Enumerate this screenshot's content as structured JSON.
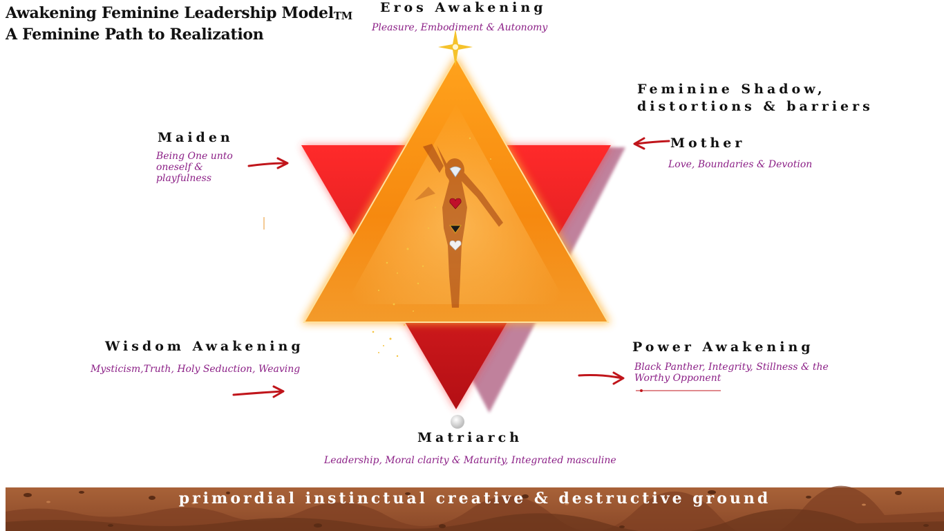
{
  "title": {
    "line1": "Awakening Feminine Leadership Model",
    "trademark": "TM",
    "line2": "A Feminine Path to Realization"
  },
  "nodes": {
    "eros": {
      "heading": "Eros Awakening",
      "subtitle": "Pleasure, Embodiment & Autonomy"
    },
    "shadow": {
      "heading_line1": "Feminine Shadow,",
      "heading_line2": "distortions & barriers"
    },
    "maiden": {
      "heading": "Maiden",
      "subtitle": "Being One unto oneself & playfulness"
    },
    "mother": {
      "heading": "Mother",
      "subtitle": "Love, Boundaries & Devotion"
    },
    "wisdom": {
      "heading": "Wisdom Awakening",
      "subtitle": "Mysticism,Truth, Holy Seduction, Weaving"
    },
    "power": {
      "heading": "Power Awakening",
      "subtitle": "Black Panther, Integrity, Stillness  & the Worthy Opponent"
    },
    "matriarch": {
      "heading": "Matriarch",
      "subtitle": "Leadership, Moral clarity  & Maturity, Integrated masculine"
    }
  },
  "ground": {
    "label": "primordial instinctual creative & destructive ground"
  },
  "colors": {
    "heading": "#111111",
    "subtitle": "#8b1f86",
    "arrow": "#c0151b",
    "triangle_down": "#e8232a",
    "triangle_up": "#f5940f",
    "ground": "#9a5630"
  }
}
